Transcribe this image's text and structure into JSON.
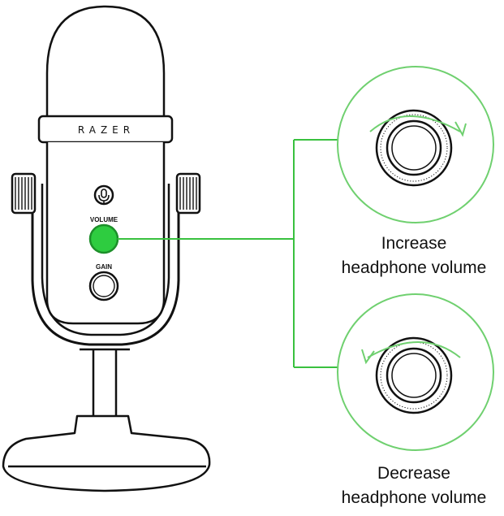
{
  "microphone": {
    "brand": "RAZER",
    "volume_label": "VOLUME",
    "gain_label": "GAIN",
    "mute_icon": "microphone-mute-icon"
  },
  "callouts": {
    "increase": {
      "line1": "Increase",
      "line2": "headphone volume",
      "rotation": "clockwise"
    },
    "decrease": {
      "line1": "Decrease",
      "line2": "headphone volume",
      "rotation": "counterclockwise"
    }
  },
  "colors": {
    "highlight": "#2ecc40",
    "connector": "#39c13f",
    "circle_outline": "#6fd06f",
    "ink": "#111111"
  }
}
